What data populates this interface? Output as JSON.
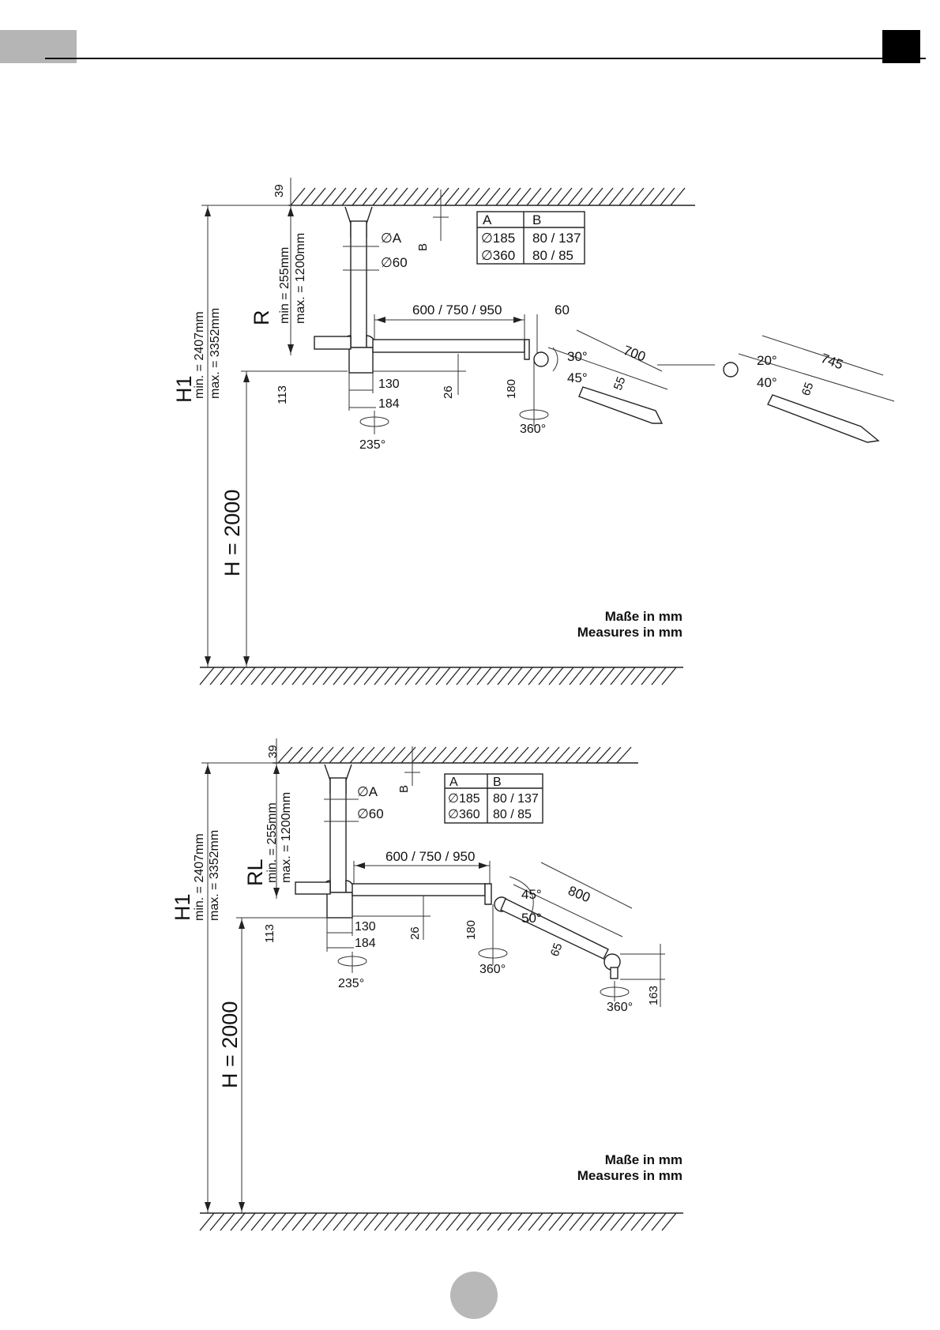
{
  "figures": [
    {
      "model": "R",
      "h1_label": "H1",
      "h1_min": "min. = 2407mm",
      "h1_max": "max. = 3352mm",
      "h_label": "H = 2000",
      "r_min": "min  = 255mm",
      "r_max": "max. = 1200mm",
      "dim_39": "39",
      "dim_b": "B",
      "dia_a": "∅A",
      "dia_60": "∅60",
      "arm_length": "600 / 750 / 950",
      "dim_60": "60",
      "dim_113": "113",
      "dim_130": "130",
      "dim_184": "184",
      "dim_26": "26",
      "dim_180": "180",
      "rot_235": "235°",
      "rot_360": "360°",
      "angle_30": "30°",
      "angle_45": "45°",
      "dim_700": "700",
      "dim_55": "55",
      "angle_20": "20°",
      "angle_40": "40°",
      "dim_745": "745",
      "dim_65": "65",
      "table": {
        "headers": [
          "A",
          "B"
        ],
        "rows": [
          [
            "∅185",
            "80 / 137"
          ],
          [
            "∅360",
            "80 / 85"
          ]
        ]
      },
      "note_de": "Maße in mm",
      "note_en": "Measures in mm"
    },
    {
      "model": "RL",
      "h1_label": "H1",
      "h1_min": "min. = 2407mm",
      "h1_max": "max. = 3352mm",
      "h_label": "H = 2000",
      "r_min": "min. = 255mm",
      "r_max": "max. = 1200mm",
      "dim_39": "39",
      "dim_b": "B",
      "dia_a": "∅A",
      "dia_60": "∅60",
      "arm_length": "600 / 750 / 950",
      "dim_113": "113",
      "dim_130": "130",
      "dim_184": "184",
      "dim_26": "26",
      "dim_180": "180",
      "rot_235": "235°",
      "rot_360": "360°",
      "angle_45": "45°",
      "angle_50": "50°",
      "dim_800": "800",
      "dim_65": "65",
      "rot_360_b": "360°",
      "dim_163": "163",
      "table": {
        "headers": [
          "A",
          "B"
        ],
        "rows": [
          [
            "∅185",
            "80 / 137"
          ],
          [
            "∅360",
            "80 / 85"
          ]
        ]
      },
      "note_de": "Maße in mm",
      "note_en": "Measures in mm"
    }
  ],
  "colors": {
    "tab_gray": "#b5b5b5",
    "tab_black": "#000000",
    "page_circle": "#b8b8b8"
  }
}
